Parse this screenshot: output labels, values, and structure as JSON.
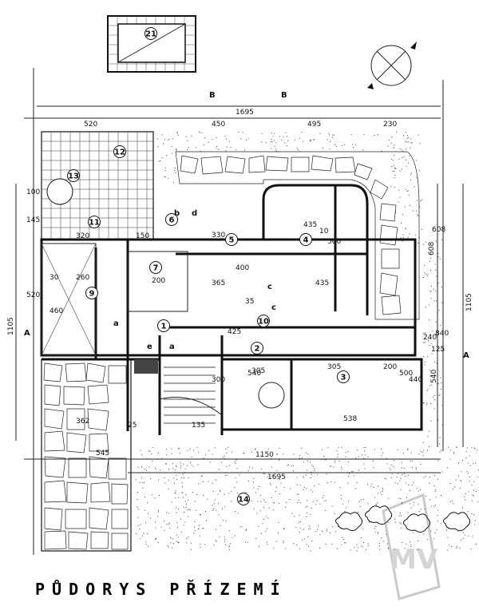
{
  "title": "PŮDORYS PŘÍZEMÍ",
  "overall_dims": {
    "top_total": "1695",
    "bottom_total": "1695",
    "bottom_inner": "1150",
    "left_total": "1105",
    "right_total": "1105",
    "right_upper": "608",
    "right_lower": "540"
  },
  "top_segments": [
    "520",
    "450",
    "495",
    "230"
  ],
  "rooms": [
    {
      "no": "1",
      "sub": ""
    },
    {
      "no": "2",
      "sub": ""
    },
    {
      "no": "3",
      "sub": ""
    },
    {
      "no": "4",
      "sub": ""
    },
    {
      "no": "5",
      "sub": ""
    },
    {
      "no": "6",
      "sub": ""
    },
    {
      "no": "7",
      "sub": ""
    },
    {
      "no": "9",
      "sub": ""
    },
    {
      "no": "10",
      "sub": ""
    },
    {
      "no": "11",
      "sub": ""
    },
    {
      "no": "12",
      "sub": ""
    },
    {
      "no": "13",
      "sub": ""
    },
    {
      "no": "14",
      "sub": ""
    },
    {
      "no": "21",
      "sub": ""
    }
  ],
  "inner_dims": [
    "330",
    "435",
    "500",
    "400",
    "365",
    "435",
    "425",
    "305",
    "305",
    "200",
    "538",
    "440",
    "300",
    "260",
    "460",
    "520",
    "30",
    "145",
    "100",
    "320",
    "150",
    "135",
    "25",
    "362",
    "545",
    "200",
    "240",
    "125",
    "840",
    "608",
    "500",
    "540",
    "10",
    "35"
  ],
  "door_marks": [
    "c",
    "c",
    "a",
    "b",
    "d",
    "e",
    "a"
  ],
  "section_marks": [
    "A",
    "A",
    "B",
    "B"
  ],
  "watermark": "MV"
}
